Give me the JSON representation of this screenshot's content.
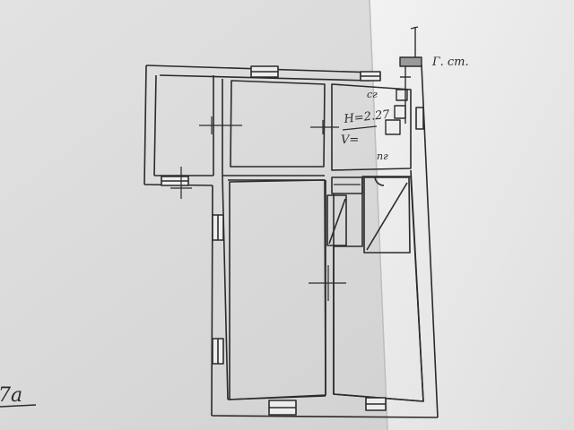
{
  "plan": {
    "labels": {
      "gas_main": "Г. ст.",
      "gas_meter": "сг",
      "ceiling_height": "H=2.27",
      "volume": "V=",
      "gas_stove": "пг",
      "sheet_mark": "7a"
    },
    "colors": {
      "paper_left": "#dadada",
      "paper_right": "#ececec",
      "ink": "#2b2b2b",
      "wall_fill": "#ededed"
    }
  }
}
